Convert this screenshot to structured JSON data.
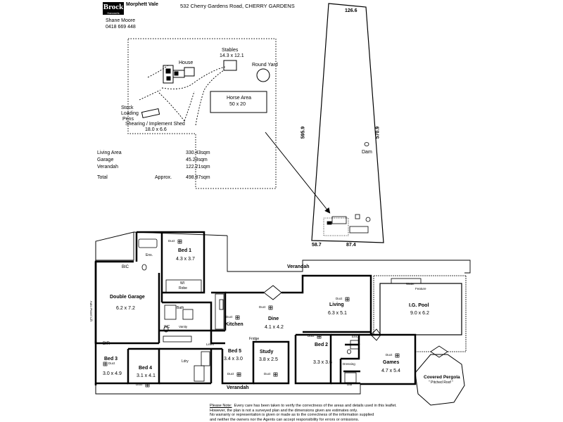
{
  "header": {
    "brand": "Brock",
    "brand_sub": "Harcourts",
    "office": "Morphett Vale",
    "agent_name": "Shane Moore",
    "agent_phone": "0418 669 448",
    "address": "532 Cherry Gardens Road, CHERRY GARDENS"
  },
  "site_plan": {
    "house": "House",
    "stables": "Stables",
    "stables_dim": "14.3 x 12.1",
    "round_yard": "Round Yard",
    "horse_area": "Horse Area",
    "horse_dim": "50 x 20",
    "stock_pens_1": "Stock",
    "stock_pens_2": "Loading",
    "stock_pens_3": "Pens",
    "shed": "Shearing / Implement Shed",
    "shed_dim": "18.0 x 6.6",
    "dam": "Dam",
    "dim_top": "126.6",
    "dim_left": "595.9",
    "dim_right": "570.9",
    "dim_bottom_left": "58.7",
    "dim_bottom_right": "87.4"
  },
  "areas": {
    "living_label": "Living Area",
    "living_value": "330.43sqm",
    "garage_label": "Garage",
    "garage_value": "45.23sqm",
    "verandah_label": "Verandah",
    "verandah_value": "122.21sqm",
    "total_label": "Total",
    "approx_label": "Approx.",
    "total_value": "498.87sqm"
  },
  "floor_plan": {
    "bed1": "Bed 1",
    "bed1_dim": "4.3 x 3.7",
    "ens1": "Ens.",
    "bic": "BIC",
    "wi_robe_1": "WI",
    "wi_robe_2": "Robe",
    "double_garage": "Double Garage",
    "garage_dim": "6.2 x 7.2",
    "auto_door": "Auto Panel Lift",
    "bath": "Bath",
    "wc": "WC",
    "vanity": "Vanity",
    "linen": "Linen",
    "kitchen": "Kitchen",
    "dine": "Dine",
    "dine_dim": "4.1 x 4.2",
    "living": "Living",
    "living_dim": "6.3 x 5.1",
    "verandah_top": "Verandah",
    "verandah_bottom": "Verandah",
    "pool": "I.G. Pool",
    "pool_dim": "9.0 x 6.2",
    "water_feature_1": "Water",
    "water_feature_2": "Feature",
    "bir": "BIR",
    "bed3": "Bed 3",
    "bed3_dim": "3.0 x 4.9",
    "bed4": "Bed 4",
    "bed4_dim": "3.1 x 4.1",
    "lndry": "Ldry",
    "bed5": "Bed 5",
    "bed5_dim": "3.4 x 3.0",
    "study": "Study",
    "study_dim": "3.8 x 2.5",
    "fridge": "Fridge",
    "bed2": "Bed 2",
    "bed2_dim": "3.3 x 3.6",
    "ens2": "Ens.",
    "dressing": "Dressing",
    "bar": "Bar",
    "games": "Games",
    "games_dim": "4.7 x 5.4",
    "pergola": "Covered Pergola",
    "pergola_sub": "\" Pitched Roof \"",
    "duct": "Duct"
  },
  "legal": {
    "note_label": "Please Note:",
    "line1": "Every care has been taken to verify the correctness of the areas and details used in this leaflet.",
    "line2": "However, the plan is not a surveyed plan and the dimensions given are estimates only.",
    "line3": "No warranty or representation is given or made as to the correctness of the information supplied",
    "line4": "and neither the owners nor the Agents can accept responsibility for errors or omissions."
  }
}
